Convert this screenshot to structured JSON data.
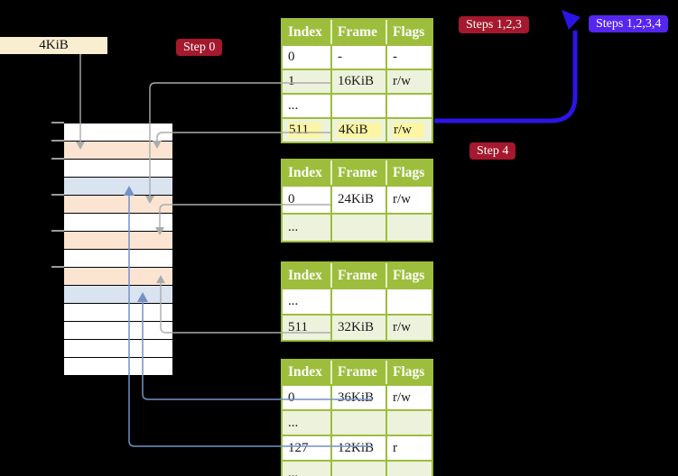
{
  "labels": {
    "frame_size": "4KiB",
    "step0": "Step 0",
    "steps123": "Steps 1,2,3",
    "steps1234": "Steps 1,2,3,4",
    "step4": "Step 4"
  },
  "colors": {
    "badge_red": "#a5182e",
    "badge_violet": "#5526f0",
    "cream_label": "#faeed0",
    "table_green": "#9cbe3c",
    "table_row_green": "#edf2dd",
    "highlight_yellow": "#fcf6a4",
    "strip_page_table_peach": "#fbe5d2",
    "strip_mapped_page_blue": "#dae4f1",
    "connector_gray": "#ababab",
    "connector_steel_blue": "#7491c7",
    "loop_arrow_blue": "#2b15e6"
  },
  "memory_strip": {
    "rows": [
      "free",
      "page_table",
      "free",
      "mapped_page",
      "page_table",
      "free",
      "page_table",
      "free",
      "page_table",
      "mapped_page",
      "free",
      "free",
      "free",
      "free"
    ]
  },
  "tables": [
    {
      "name": "page-table-level-4",
      "headers": [
        "Index",
        "Frame",
        "Flags"
      ],
      "rows": [
        {
          "cells": [
            "0",
            "-",
            "-"
          ],
          "shade": false,
          "highlight": false
        },
        {
          "cells": [
            "1",
            "16KiB",
            "r/w"
          ],
          "shade": true,
          "highlight": false
        },
        {
          "cells": [
            "...",
            "",
            ""
          ],
          "shade": false,
          "highlight": false
        },
        {
          "cells": [
            "511",
            "4KiB",
            "r/w"
          ],
          "shade": true,
          "highlight": true
        }
      ]
    },
    {
      "name": "page-table-level-3",
      "headers": [
        "Index",
        "Frame",
        "Flags"
      ],
      "rows": [
        {
          "cells": [
            "0",
            "24KiB",
            "r/w"
          ],
          "shade": false,
          "highlight": false
        },
        {
          "cells": [
            "...",
            "",
            ""
          ],
          "shade": true,
          "highlight": false
        }
      ]
    },
    {
      "name": "page-table-level-2",
      "headers": [
        "Index",
        "Frame",
        "Flags"
      ],
      "rows": [
        {
          "cells": [
            "...",
            "",
            ""
          ],
          "shade": false,
          "highlight": false
        },
        {
          "cells": [
            "511",
            "32KiB",
            "r/w"
          ],
          "shade": true,
          "highlight": false
        }
      ]
    },
    {
      "name": "page-table-level-1",
      "headers": [
        "Index",
        "Frame",
        "Flags"
      ],
      "rows": [
        {
          "cells": [
            "0",
            "36KiB",
            "r/w"
          ],
          "shade": false,
          "highlight": false
        },
        {
          "cells": [
            "...",
            "",
            ""
          ],
          "shade": true,
          "highlight": false
        },
        {
          "cells": [
            "127",
            "12KiB",
            "r"
          ],
          "shade": false,
          "highlight": false
        },
        {
          "cells": [
            "...",
            "",
            ""
          ],
          "shade": true,
          "highlight": false
        }
      ]
    }
  ]
}
